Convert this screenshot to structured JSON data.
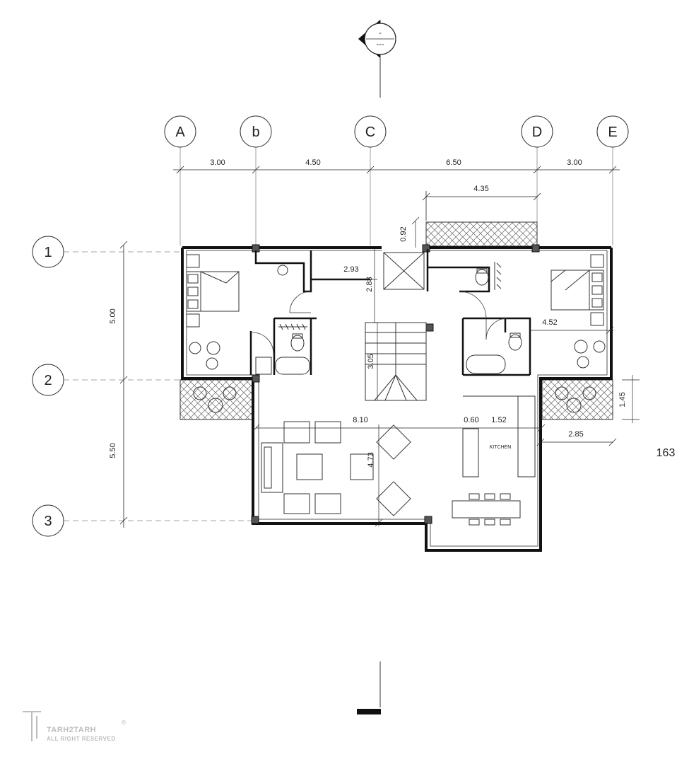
{
  "section_marker": {
    "top": "-",
    "bottom": "---"
  },
  "grid": {
    "columns": [
      "A",
      "b",
      "C",
      "D",
      "E"
    ],
    "rows": [
      "1",
      "2",
      "3"
    ]
  },
  "dimensions": {
    "top": [
      "3.00",
      "4.50",
      "6.50",
      "3.00"
    ],
    "upper": "4.35",
    "left": [
      "5.00",
      "5.50"
    ],
    "inner": {
      "d_092": "0.92",
      "d_293": "2.93",
      "d_283": "2.83",
      "d_452": "4.52",
      "d_305": "3.05",
      "d_810": "8.10",
      "d_060": "0.60",
      "d_152": "1.52",
      "d_473": "4.73",
      "d_145": "1.45",
      "d_285": "2.85"
    }
  },
  "rooms": {
    "kitchen": "KITCHEN"
  },
  "sheet_number": "163",
  "watermark": {
    "brand": "TARH2TARH",
    "tagline": "ALL RIGHT RESERVED",
    "mark": "©"
  },
  "colors": {
    "line": "#222222",
    "hatch": "#555555",
    "axis": "#888888"
  }
}
